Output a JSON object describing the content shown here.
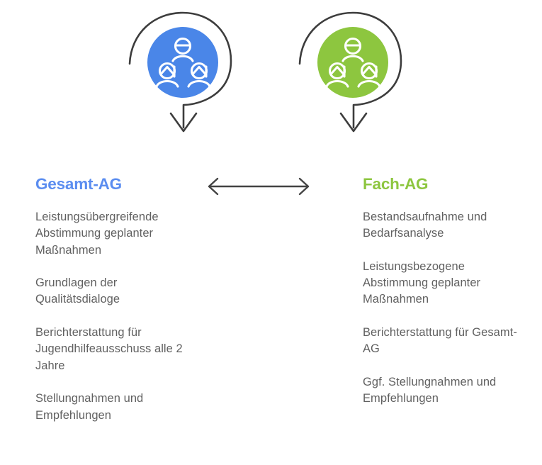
{
  "meta": {
    "background_color": "#ffffff",
    "body_text_color": "#616161",
    "arrow_color": "#434343"
  },
  "badges": [
    {
      "id": "gesamt-ag",
      "icon_name": "three-people-group-icon",
      "circle_color": "#4a86e8",
      "swoosh_color": "#3d3d3d",
      "arrow_direction": "down"
    },
    {
      "id": "fach-ag",
      "icon_name": "three-people-group-icon",
      "circle_color": "#8dc63f",
      "swoosh_color": "#3d3d3d",
      "arrow_direction": "down"
    }
  ],
  "connector": {
    "icon_name": "double-headed-arrow-icon",
    "direction": "bidirectional-horizontal",
    "color": "#434343"
  },
  "columns": [
    {
      "id": "gesamt-ag",
      "title": "Gesamt-AG",
      "title_color": "#5b8df0",
      "items": [
        "Leistungsübergreifende Abstimmung geplanter Maßnahmen",
        "Grundlagen der Qualitätsdialoge",
        "Berichterstattung für Jugendhilfeausschuss alle 2 Jahre",
        "Stellungnahmen und Empfehlungen"
      ]
    },
    {
      "id": "fach-ag",
      "title": "Fach-AG",
      "title_color": "#8dc63f",
      "items": [
        "Bestandsaufnahme und Bedarfsanalyse",
        "Leistungsbezogene Abstimmung geplanter Maßnahmen",
        "Berichterstattung für Gesamt-AG",
        "Ggf. Stellungnahmen und Empfehlungen"
      ]
    }
  ]
}
